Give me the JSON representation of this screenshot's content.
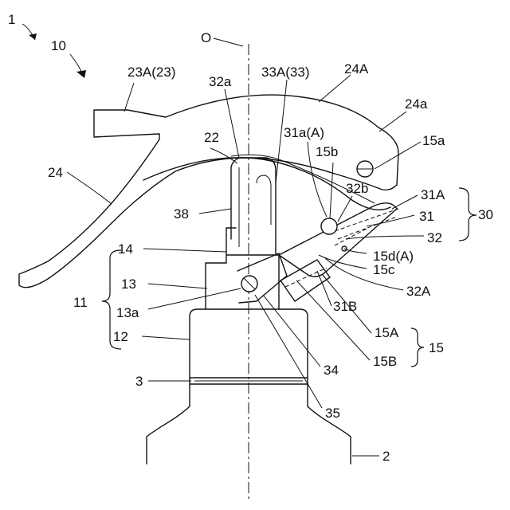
{
  "labels": [
    {
      "key": "ref-1",
      "text": "1"
    },
    {
      "key": "ref-10",
      "text": "10"
    },
    {
      "key": "ref-O",
      "text": "O"
    },
    {
      "key": "ref-23A",
      "text": "23A(23)"
    },
    {
      "key": "ref-33A",
      "text": "33A(33)"
    },
    {
      "key": "ref-24A",
      "text": "24A"
    },
    {
      "key": "ref-32a",
      "text": "32a"
    },
    {
      "key": "ref-24a",
      "text": "24a"
    },
    {
      "key": "ref-22",
      "text": "22"
    },
    {
      "key": "ref-31a",
      "text": "31a(A)"
    },
    {
      "key": "ref-15a",
      "text": "15a"
    },
    {
      "key": "ref-15b",
      "text": "15b"
    },
    {
      "key": "ref-24",
      "text": "24"
    },
    {
      "key": "ref-32b",
      "text": "32b"
    },
    {
      "key": "ref-31A",
      "text": "31A"
    },
    {
      "key": "ref-38",
      "text": "38"
    },
    {
      "key": "ref-31",
      "text": "31"
    },
    {
      "key": "ref-30",
      "text": "30"
    },
    {
      "key": "ref-32",
      "text": "32"
    },
    {
      "key": "ref-14",
      "text": "14"
    },
    {
      "key": "ref-15d",
      "text": "15d(A)"
    },
    {
      "key": "ref-15c",
      "text": "15c"
    },
    {
      "key": "ref-13",
      "text": "13"
    },
    {
      "key": "ref-11",
      "text": "11"
    },
    {
      "key": "ref-32A",
      "text": "32A"
    },
    {
      "key": "ref-13a",
      "text": "13a"
    },
    {
      "key": "ref-31B",
      "text": "31B"
    },
    {
      "key": "ref-12",
      "text": "12"
    },
    {
      "key": "ref-15A",
      "text": "15A"
    },
    {
      "key": "ref-15",
      "text": "15"
    },
    {
      "key": "ref-15B",
      "text": "15B"
    },
    {
      "key": "ref-34",
      "text": "34"
    },
    {
      "key": "ref-3",
      "text": "3"
    },
    {
      "key": "ref-35",
      "text": "35"
    },
    {
      "key": "ref-2",
      "text": "2"
    }
  ]
}
